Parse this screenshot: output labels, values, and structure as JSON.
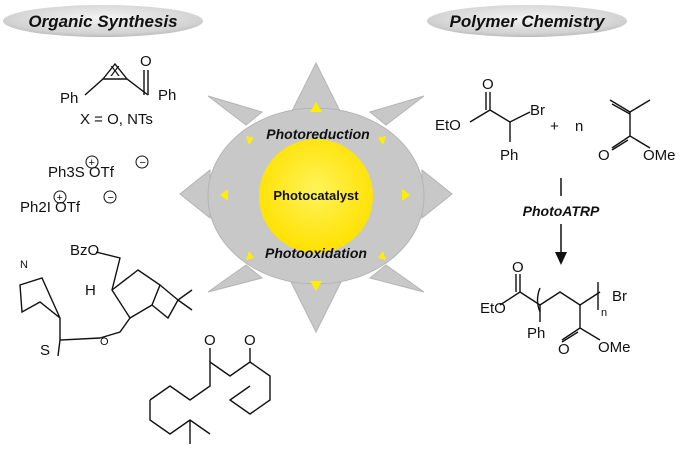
{
  "headers": {
    "left": "Organic Synthesis",
    "right": "Polymer Chemistry"
  },
  "center": {
    "core": "Photocatalyst",
    "top": "Photoreduction",
    "bottom": "Photooxidation",
    "colors": {
      "sun": "#ffee00",
      "rays": "#c8c8c8",
      "accent": "#ffee00"
    }
  },
  "left": {
    "epoxide_x": "X",
    "epoxide_ph1": "Ph",
    "epoxide_ph2": "Ph",
    "epoxide_o": "O",
    "epoxide_caption": "X = O, NTs",
    "sulfonium": "Ph3S OTf",
    "iodonium": "Ph2I OTf",
    "sugar_bzo": "BzO",
    "sugar_h": "H",
    "sugar_s": "S",
    "ketone_o1": "O",
    "ketone_o2": "O"
  },
  "right": {
    "eto": "EtO",
    "o": "O",
    "br": "Br",
    "ph": "Ph",
    "plus": "+",
    "n": "n",
    "ome": "OMe",
    "reaction": "PhotoATRP",
    "prod_eto": "EtO",
    "prod_br": "Br",
    "prod_ph": "Ph",
    "prod_n": "n",
    "prod_ome": "OMe"
  }
}
